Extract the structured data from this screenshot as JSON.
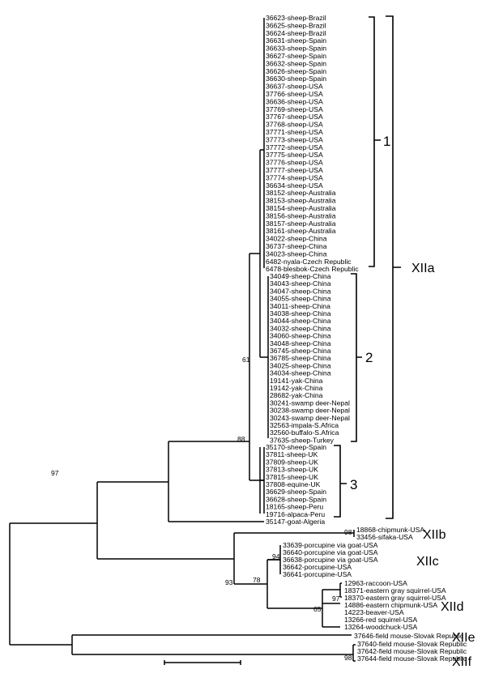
{
  "tree": {
    "clade_1": [
      "36623-sheep-Brazil",
      "36625-sheep-Brazil",
      "36624-sheep-Brazil",
      "36631-sheep-Spain",
      "36633-sheep-Spain",
      "36627-sheep-Spain",
      "36632-sheep-Spain",
      "36626-sheep-Spain",
      "36630-sheep-Spain",
      "36637-sheep-USA",
      "37766-sheep-USA",
      "36636-sheep-USA",
      "37769-sheep-USA",
      "37767-sheep-USA",
      "37768-sheep-USA",
      "37771-sheep-USA",
      "37773-sheep-USA",
      "37772-sheep-USA",
      "37775-sheep-USA",
      "37776-sheep-USA",
      "37777-sheep-USA",
      "37774-sheep-USA",
      "36634-sheep-USA",
      "38152-sheep-Australia",
      "38153-sheep-Australia",
      "38154-sheep-Australia",
      "38156-sheep-Australia",
      "38157-sheep-Australia",
      "38161-sheep-Australia",
      "34022-sheep-China",
      "36737-sheep-China",
      "34023-sheep-China",
      "6482-nyala-Czech Republic",
      "6478-blesbok-Czech Republic"
    ],
    "clade_2": [
      "34049-sheep-China",
      "34043-sheep-China",
      "34047-sheep-China",
      "34055-sheep-China",
      "34011-sheep-China",
      "34038-sheep-China",
      "34044-sheep-China",
      "34032-sheep-China",
      "34060-sheep-China",
      "34048-sheep-China",
      "36745-sheep-China",
      "36785-sheep-China",
      "34025-sheep-China",
      "34034-sheep-China",
      "19141-yak-China",
      "19142-yak-China",
      "28682-yak-China",
      "30241-swamp deer-Nepal",
      "30238-swamp deer-Nepal",
      "30243-swamp deer-Nepal",
      "32563-impala-S.Africa",
      "32560-buffalo-S.Africa",
      "37635-sheep-Turkey"
    ],
    "clade_3": [
      "35170-sheep-Spain",
      "37811-sheep-UK",
      "37809-sheep-UK",
      "37813-sheep-UK",
      "37815-sheep-UK",
      "37808-equine-UK",
      "36629-sheep-Spain",
      "36628-sheep-Spain",
      "18165-sheep-Peru",
      "19716-alpaca-Peru"
    ],
    "outlier_algeria": "35147-goat-Algeria",
    "clade_XIIb": [
      "18868-chipmunk-USA",
      "33456-sifaka-USA"
    ],
    "clade_XIIc": [
      "33639-porcupine via goat-USA",
      "36640-porcupine via goat-USA",
      "36638-porcupine via goat-USA",
      "36642-porcupine-USA",
      "36641-porcupine-USA"
    ],
    "clade_XIId": [
      "12963-raccoon-USA",
      "18371-eastern gray squirrel-USA",
      "18370-eastern gray squirrel-USA",
      "14886-eastern chipmunk-USA",
      "14223-beaver-USA",
      "13266-red squirrel-USA",
      "13264-woodchuck-USA"
    ],
    "clade_XIIe": [
      "37646-field mouse-Slovak Republic"
    ],
    "clade_XIIf": [
      "37640-field mouse-Slovak Republic",
      "37642-field mouse-Slovak Republic",
      "37644-field mouse-Slovak Republic"
    ]
  },
  "bootstrap": {
    "b61": "61",
    "b88": "88",
    "b97": "97",
    "b98a": "98",
    "b93": "93",
    "b94": "94",
    "b78": "78",
    "b97b": "97",
    "b65": "65",
    "b98b": "98"
  },
  "brackets": {
    "sub1": "1",
    "sub2": "2",
    "sub3": "3"
  },
  "groups": {
    "XIIa": "XIIa",
    "XIIb": "XIIb",
    "XIIc": "XIIc",
    "XIId": "XIId",
    "XIIe": "XIIe",
    "XIIf": "XIIf"
  }
}
